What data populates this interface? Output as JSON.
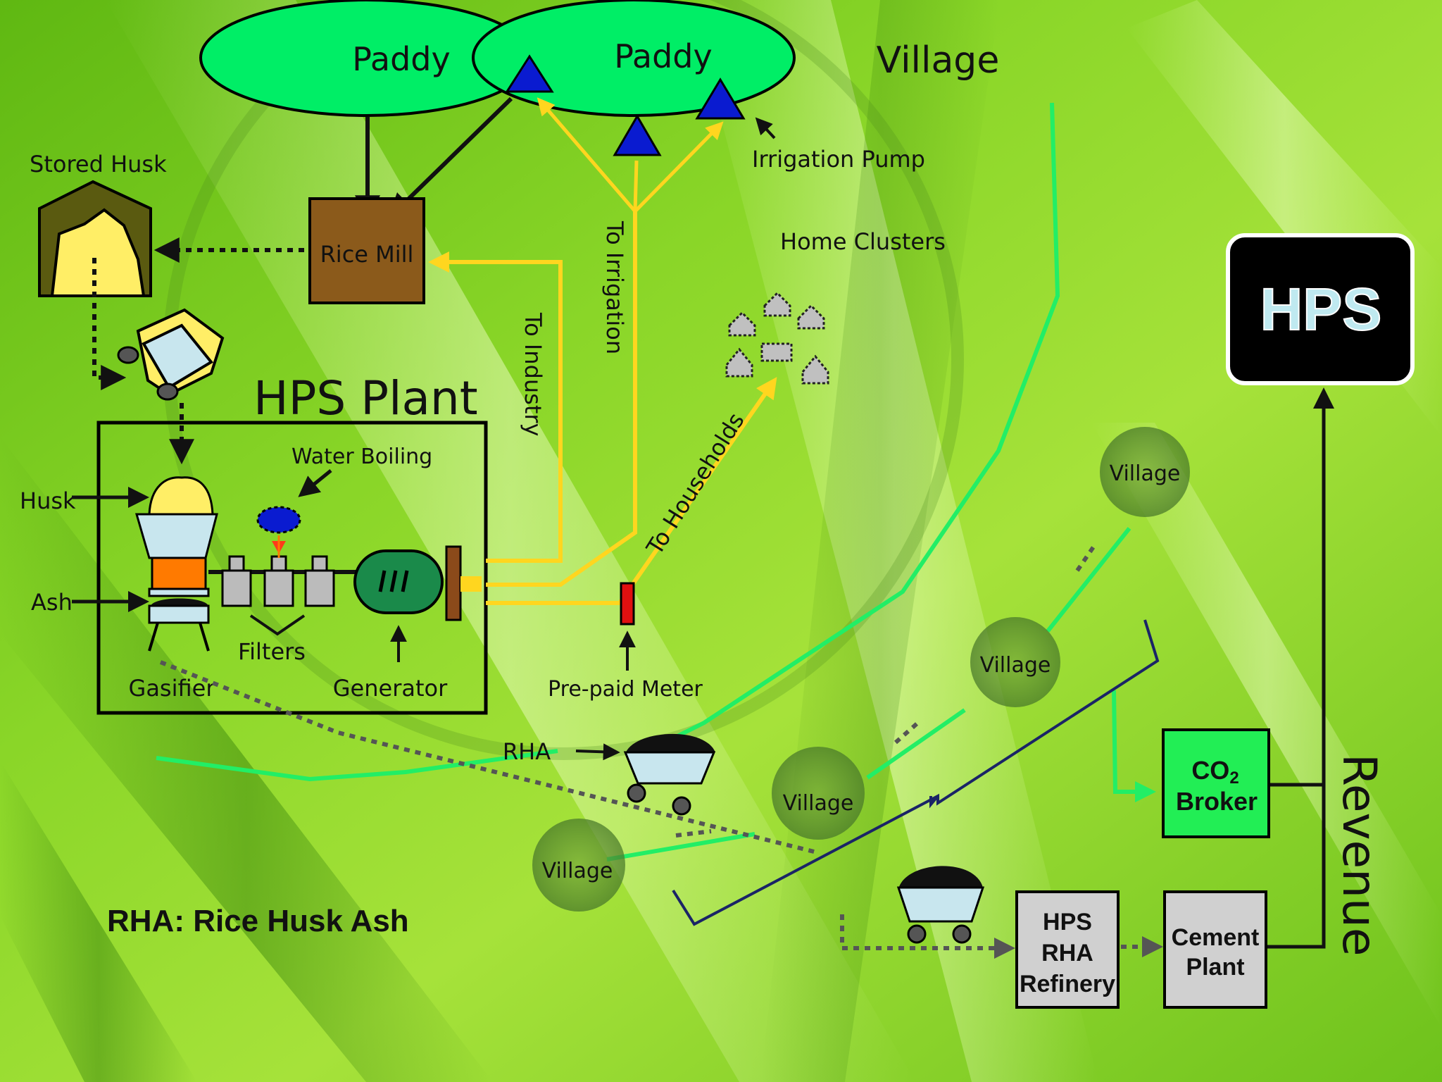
{
  "labels": {
    "paddy_1": "Paddy",
    "paddy_2": "Paddy",
    "village_top": "Village",
    "stored_husk": "Stored Husk",
    "rice_mill": "Rice Mill",
    "irrigation_pump": "Irrigation Pump",
    "home_clusters": "Home Clusters",
    "hps_plant": "HPS Plant",
    "water_boiling": "Water Boiling",
    "husk": "Husk",
    "ash": "Ash",
    "filters": "Filters",
    "gasifier": "Gasifier",
    "generator": "Generator",
    "to_industry": "To Industry",
    "to_irrigation": "To Irrigation",
    "to_households": "To Households",
    "prepaid_meter": "Pre-paid Meter",
    "rha": "RHA",
    "rha_note": "RHA: Rice Husk Ash",
    "village_1": "Village",
    "village_2": "Village",
    "village_3": "Village",
    "village_4": "Village",
    "hps_logo": "HPS",
    "co2_broker_line1": "CO",
    "co2_broker_sub": "2",
    "co2_broker_line2": "Broker",
    "refinery_line1": "HPS",
    "refinery_line2": "RHA",
    "refinery_line3": "Refinery",
    "cement_line1": "Cement",
    "cement_line2": "Plant",
    "revenue": "Revenue"
  },
  "colors": {
    "background": "#7fd321",
    "paddy_fill": "#00ee66",
    "pump_fill": "#0a1bd0",
    "rice_mill_fill": "#8b5a1b",
    "husk_fill": "#ffee66",
    "power_line": "#ffd61f",
    "village_link": "#22ee66",
    "dark_line": "#1a2466",
    "co2_broker_fill": "#22ee55",
    "refinery_fill": "#d0d0d0",
    "generator_fill": "#1a8a4a",
    "meter_fill": "#e01010",
    "gasifier_orange": "#ff7a00",
    "hps_logo_bg": "#000000"
  }
}
